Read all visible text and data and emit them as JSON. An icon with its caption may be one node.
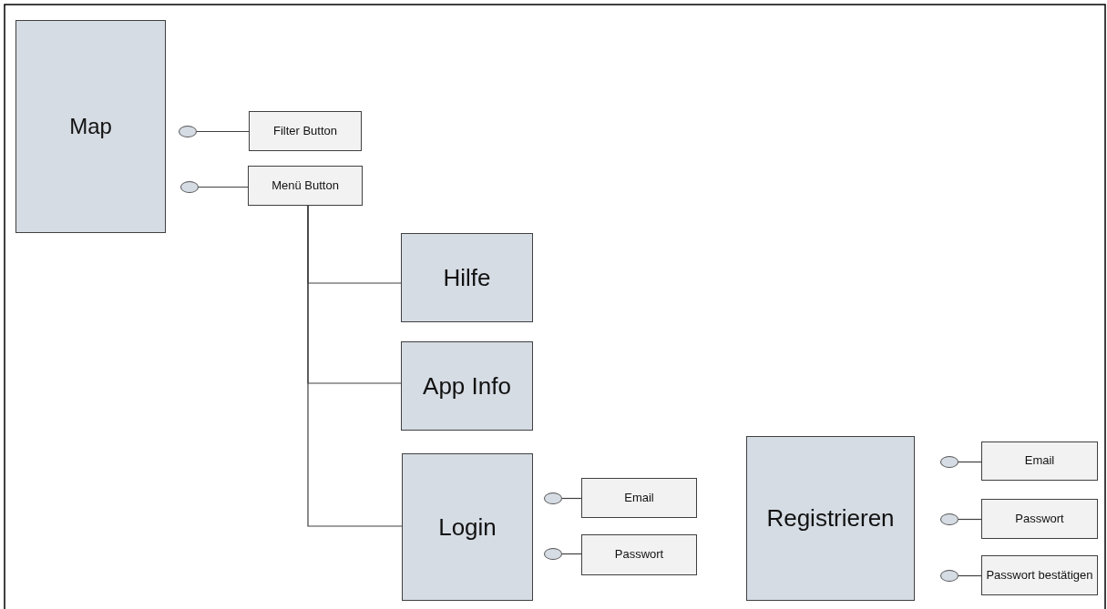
{
  "diagram": {
    "nodes": [
      {
        "text": [
          "Map"
        ]
      },
      {
        "text": [],
        "shape": "circle"
      },
      {
        "text": [
          "Filter Button"
        ]
      },
      {
        "text": [],
        "shape": "circle"
      },
      {
        "text": [
          "Menü Button"
        ]
      },
      {
        "text": [
          "Hilfe"
        ]
      },
      {
        "text": [
          "App Info"
        ]
      },
      {
        "text": [
          "Login"
        ]
      },
      {
        "text": [],
        "shape": "circle"
      },
      {
        "text": [
          "Email"
        ]
      },
      {
        "text": [],
        "shape": "circle"
      },
      {
        "text": [
          "Passwort"
        ]
      },
      {
        "text": [
          "Registrieren"
        ]
      },
      {
        "text": [],
        "shape": "circle"
      },
      {
        "text": [
          "Email"
        ]
      },
      {
        "text": [],
        "shape": "circle"
      },
      {
        "text": [
          "Passwort"
        ]
      },
      {
        "text": [],
        "shape": "circle"
      },
      {
        "text": [
          "Passwort bestätigen"
        ]
      }
    ],
    "edges": [
      {
        "from": 1,
        "to": 2,
        "arrow": "none"
      },
      {
        "from": 3,
        "to": 4,
        "arrow": "none"
      },
      {
        "from": 4,
        "to": 5,
        "arrow": "none"
      },
      {
        "from": 4,
        "to": 6,
        "arrow": "none"
      },
      {
        "from": 4,
        "to": 7,
        "arrow": "none"
      },
      {
        "from": 8,
        "to": 9,
        "arrow": "none"
      },
      {
        "from": 10,
        "to": 11,
        "arrow": "none"
      },
      {
        "from": 13,
        "to": 14,
        "arrow": "none"
      },
      {
        "from": 15,
        "to": 16,
        "arrow": "none"
      },
      {
        "from": 17,
        "to": 18,
        "arrow": "none"
      }
    ]
  }
}
